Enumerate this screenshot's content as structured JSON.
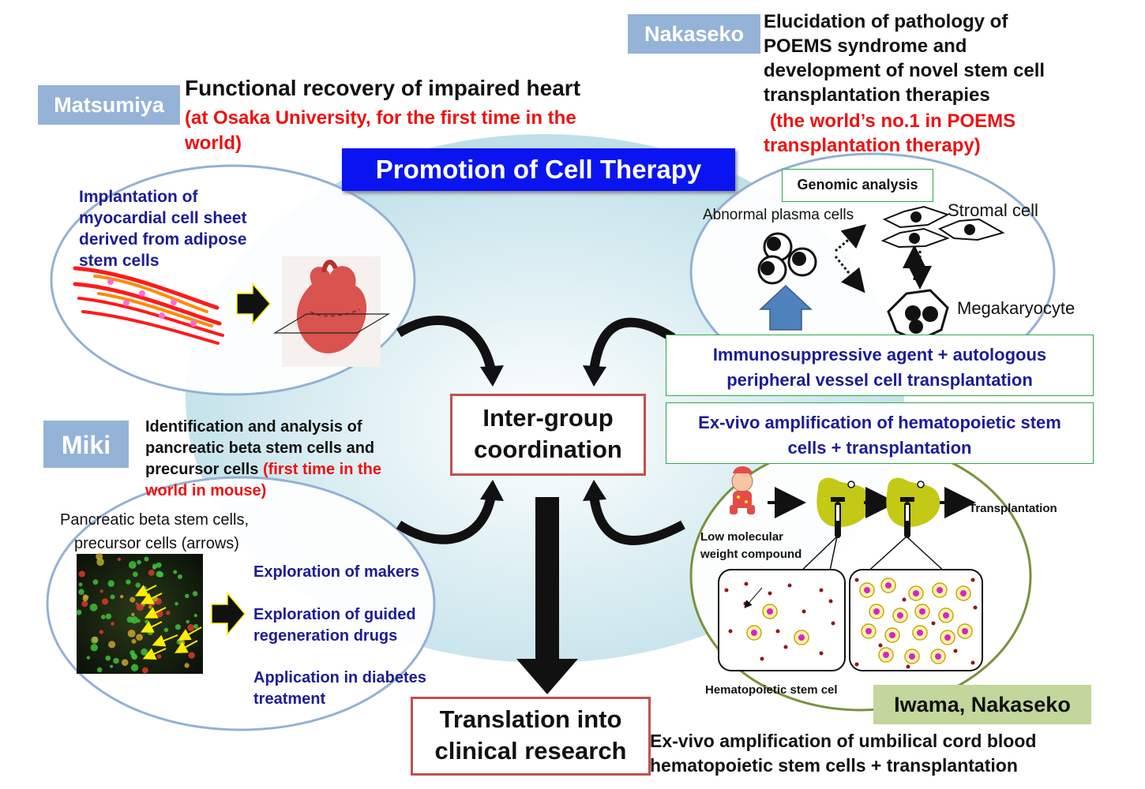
{
  "title": "Promotion of Cell Therapy",
  "center": {
    "line1": "Inter-group",
    "line2": "coordination"
  },
  "translation": {
    "line1": "Translation into",
    "line2": "clinical research"
  },
  "matsumiya": {
    "name": "Matsumiya",
    "heading": "Functional recovery of impaired heart",
    "note_line1": "(at Osaka University, for the first time in the",
    "note_line2": "world)",
    "implant": [
      "Implantation of",
      "myocardial cell sheet",
      "derived from adipose",
      "stem cells"
    ]
  },
  "nakaseko": {
    "name": "Nakaseko",
    "heading": [
      "Elucidation of pathology of",
      "POEMS syndrome and",
      "development of novel stem cell",
      "transplantation therapies"
    ],
    "note": [
      "(the world’s no.1 in POEMS",
      "transplantation therapy)"
    ],
    "genomic": "Genomic analysis",
    "abnormal": "Abnormal plasma cells",
    "stromal": "Stromal cell",
    "mega": "Megakaryocyte",
    "therapy1": [
      "Immunosuppressive agent + autologous",
      "peripheral vessel cell transplantation"
    ],
    "therapy2": [
      "Ex-vivo amplification of hematopoietic stem",
      "cells + transplantation"
    ]
  },
  "miki": {
    "name": "Miki",
    "heading": [
      "Identification and analysis of",
      "pancreatic beta stem cells and",
      "precursor cells "
    ],
    "note": [
      "(first time in the",
      "world in mouse)"
    ],
    "micro_caption": [
      "Pancreatic beta stem cells,",
      "precursor cells (arrows)"
    ],
    "items": [
      [
        "Exploration of makers"
      ],
      [
        "Exploration of guided",
        "regeneration drugs"
      ],
      [
        "Application in diabetes",
        "treatment"
      ]
    ]
  },
  "iwama": {
    "name": "Iwama, Nakaseko",
    "low_mol": [
      "Low molecular",
      "weight compound"
    ],
    "transplant": "Transplantation",
    "hsc": "Hematopoietic stem cel",
    "footer": [
      "Ex-vivo amplification of umbilical cord blood",
      "hematopoietic stem cells + transplantation"
    ]
  },
  "colors": {
    "title_bg": "#0a14f0",
    "tag_blue": "#95b3d7",
    "tag_green": "#c3d69b",
    "red_text": "#ee1111",
    "navy_text": "#1c1c96",
    "box_red": "#c0504d",
    "box_green": "#2ea84a"
  }
}
